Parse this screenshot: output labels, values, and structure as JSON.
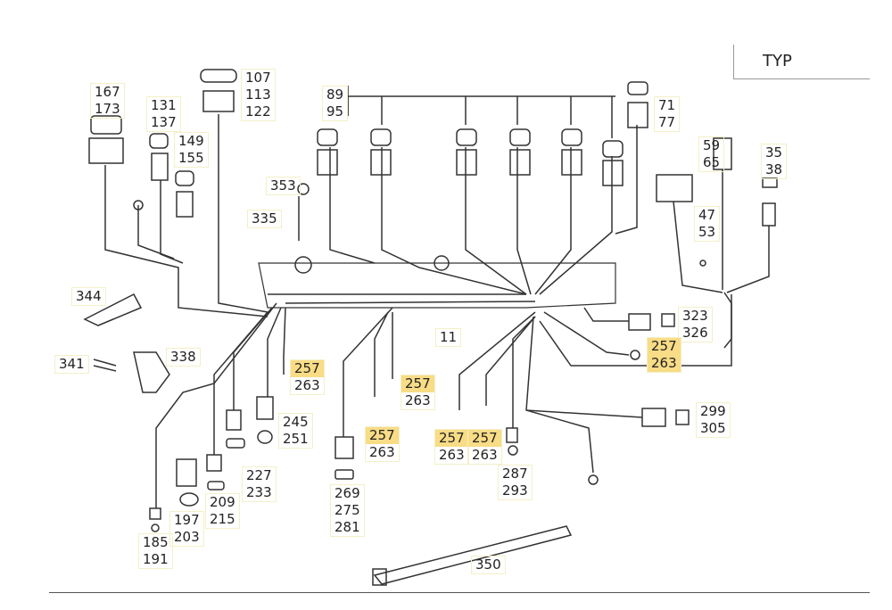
{
  "header": {
    "variant_label": "TYP"
  },
  "colors": {
    "highlight": "#f8dc86",
    "line": "#333333"
  },
  "callouts": [
    {
      "id": "c1",
      "lines": [
        "167",
        "173"
      ],
      "highlight": []
    },
    {
      "id": "c2",
      "lines": [
        "131",
        "137"
      ],
      "highlight": []
    },
    {
      "id": "c3",
      "lines": [
        "149",
        "155"
      ],
      "highlight": []
    },
    {
      "id": "c4",
      "lines": [
        "107",
        "113",
        "122"
      ],
      "highlight": []
    },
    {
      "id": "c5",
      "lines": [
        "89",
        "95"
      ],
      "highlight": []
    },
    {
      "id": "c6",
      "lines": [
        "71",
        "77"
      ],
      "highlight": []
    },
    {
      "id": "c7",
      "lines": [
        "59",
        "65"
      ],
      "highlight": []
    },
    {
      "id": "c8",
      "lines": [
        "35",
        "38"
      ],
      "highlight": []
    },
    {
      "id": "c9",
      "lines": [
        "353"
      ],
      "highlight": []
    },
    {
      "id": "c10",
      "lines": [
        "335"
      ],
      "highlight": []
    },
    {
      "id": "c11",
      "lines": [
        "47",
        "53"
      ],
      "highlight": []
    },
    {
      "id": "c12",
      "lines": [
        "344"
      ],
      "highlight": []
    },
    {
      "id": "c13",
      "lines": [
        "323",
        "326"
      ],
      "highlight": []
    },
    {
      "id": "c14",
      "lines": [
        "11"
      ],
      "highlight": []
    },
    {
      "id": "c15",
      "lines": [
        "341"
      ],
      "highlight": []
    },
    {
      "id": "c16",
      "lines": [
        "338"
      ],
      "highlight": []
    },
    {
      "id": "c17",
      "lines": [
        "257",
        "263"
      ],
      "highlight": [
        0
      ]
    },
    {
      "id": "c18",
      "lines": [
        "257",
        "263"
      ],
      "highlight": [
        0
      ]
    },
    {
      "id": "c19",
      "lines": [
        "257",
        "263"
      ],
      "highlight": [
        0
      ]
    },
    {
      "id": "c20",
      "lines": [
        "257",
        "263"
      ],
      "highlight": [
        0
      ]
    },
    {
      "id": "c21",
      "lines": [
        "257",
        "263"
      ],
      "highlight": [
        0
      ]
    },
    {
      "id": "c22",
      "lines": [
        "257",
        "263"
      ],
      "highlight": [
        0,
        1
      ]
    },
    {
      "id": "c23",
      "lines": [
        "245",
        "251"
      ],
      "highlight": []
    },
    {
      "id": "c24",
      "lines": [
        "299",
        "305"
      ],
      "highlight": []
    },
    {
      "id": "c25",
      "lines": [
        "227",
        "233"
      ],
      "highlight": []
    },
    {
      "id": "c26",
      "lines": [
        "287",
        "293"
      ],
      "highlight": []
    },
    {
      "id": "c27",
      "lines": [
        "269",
        "275",
        "281"
      ],
      "highlight": []
    },
    {
      "id": "c28",
      "lines": [
        "209",
        "215"
      ],
      "highlight": []
    },
    {
      "id": "c29",
      "lines": [
        "197",
        "203"
      ],
      "highlight": []
    },
    {
      "id": "c30",
      "lines": [
        "185",
        "191"
      ],
      "highlight": []
    },
    {
      "id": "c31",
      "lines": [
        "350"
      ],
      "highlight": []
    }
  ]
}
